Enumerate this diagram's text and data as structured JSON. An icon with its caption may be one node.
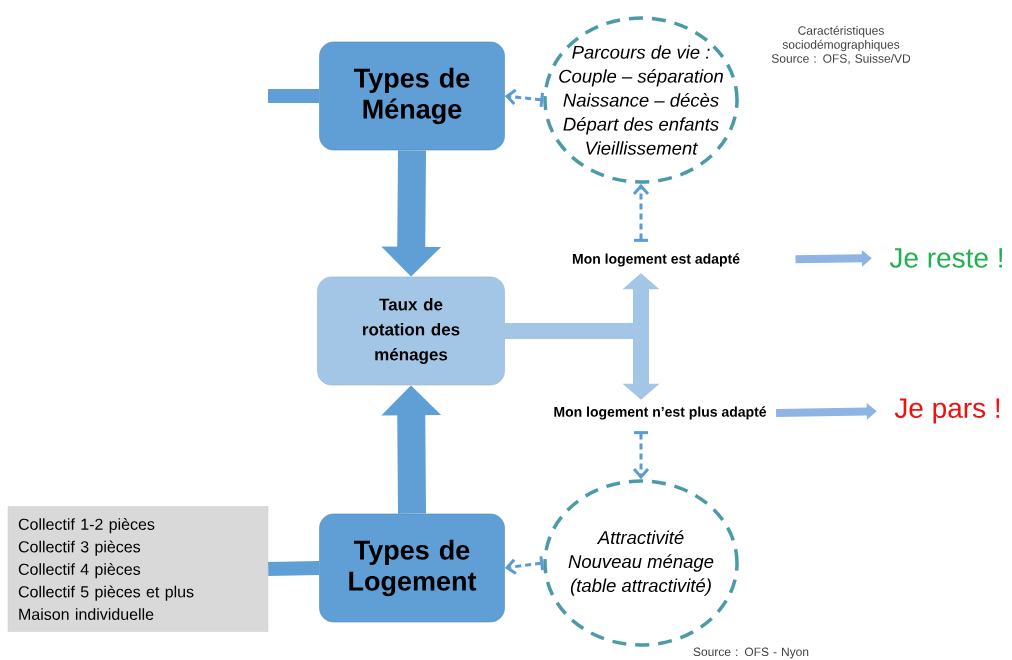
{
  "diagram": {
    "nodes": [
      {
        "text": [
          "Types de Ménage"
        ]
      },
      {
        "text": [
          "Parcours de vie :",
          "Couple – séparation",
          "Naissance – décès",
          "Départ des enfants",
          "Vieillissement"
        ]
      },
      {
        "text": [
          "Taux de rotation des ménages"
        ]
      },
      {
        "text": [
          "Mon logement est adapté"
        ]
      },
      {
        "text": [
          "Je reste !"
        ]
      },
      {
        "text": [
          "Mon logement n’est plus adapté"
        ]
      },
      {
        "text": [
          "Je pars !"
        ]
      },
      {
        "text": [
          "Collectif 1-2 pièces",
          "Collectif 3 pièces",
          "Collectif 4 pièces",
          "Collectif 5 pièces et plus",
          "Maison individuelle"
        ]
      },
      {
        "text": [
          "Types de Logement"
        ]
      },
      {
        "text": [
          "Attractivité",
          "Nouveau ménage",
          "(table attractivité)"
        ]
      }
    ],
    "edges": [
      {
        "from": null,
        "to": 0,
        "arrow": "none"
      },
      {
        "from": 1,
        "to": 0,
        "arrow": "to",
        "style": "dashed"
      },
      {
        "from": 0,
        "to": 2,
        "arrow": "to",
        "style": "thick"
      },
      {
        "from": 2,
        "to": 3,
        "arrow": "to",
        "style": "thick",
        "color": "#a4c6e6"
      },
      {
        "from": 2,
        "to": 5,
        "arrow": "to",
        "style": "thick",
        "color": "#a4c6e6"
      },
      {
        "from": 3,
        "to": 1,
        "arrow": "to",
        "style": "dashed"
      },
      {
        "from": 3,
        "to": 4,
        "arrow": "to",
        "color": "#8db4e2"
      },
      {
        "from": 5,
        "to": 6,
        "arrow": "to",
        "color": "#8db4e2"
      },
      {
        "from": 5,
        "to": 9,
        "arrow": "to",
        "style": "dashed"
      },
      {
        "from": 8,
        "to": 2,
        "arrow": "to",
        "style": "thick"
      },
      {
        "from": 7,
        "to": 8,
        "arrow": "none"
      },
      {
        "from": 9,
        "to": 8,
        "arrow": "to",
        "style": "dashed"
      }
    ],
    "labels": [
      "Caractéristiques sociodémographiques Source : OFS, Suisse/VD",
      "Source : OFS - Nyon"
    ]
  }
}
